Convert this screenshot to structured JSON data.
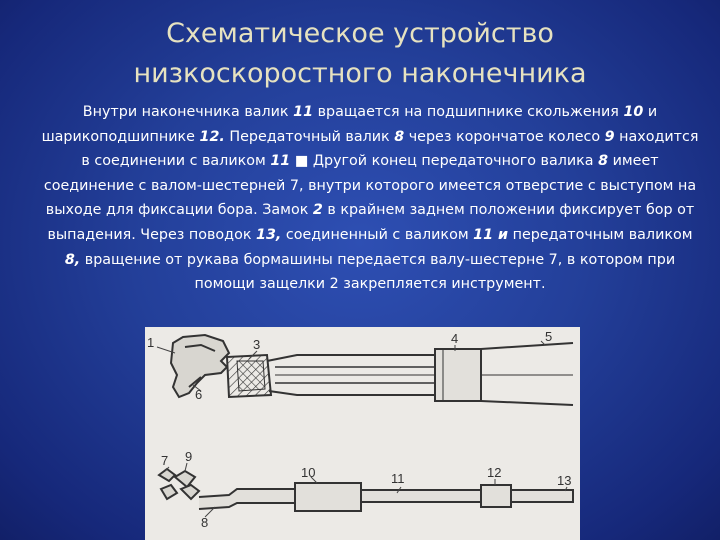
{
  "slide": {
    "title_line1": "Схематическое устройство",
    "title_line2": "низкоскоростного наконечника"
  },
  "body": {
    "t1": "Внутри наконечника валик ",
    "n11a": "11",
    "t2": " вращается на подшипнике скольжения ",
    "n10": "10",
    "t3": " и шарикоподшипнике ",
    "n12": "12.",
    "t4": " Передаточный валик ",
    "n8a": "8",
    "t5": " через корончатое колесо ",
    "n9": "9",
    "t6": " находится в соединении с валиком ",
    "n11b": "11",
    "t7": " ■ Другой конец передаточного валика ",
    "n8b": "8",
    "t8": " имеет соединение с валом-шестерней 7, внутри которого имеется отверстие с выступом на выходе для фиксации бора. Замок ",
    "n2": "2",
    "t9": " в крайнем заднем положении фиксирует бор от выпадения. Через поводок ",
    "n13": "13,",
    "t10": " соединенный с валиком ",
    "n11c": "11 и",
    "t11": " передаточным валиком ",
    "n8c": "8,",
    "t12": " вращение от рукава бормашины передается валу-шестерне 7, в котором при помощи защелки 2 закрепляется инструмент."
  },
  "figure": {
    "labels": {
      "l1": "1",
      "l3": "3",
      "l4": "4",
      "l5": "5",
      "l6": "6",
      "l7": "7",
      "l9": "9",
      "l8": "8",
      "l10": "10",
      "l11": "11",
      "l12": "12",
      "l13": "13"
    }
  }
}
